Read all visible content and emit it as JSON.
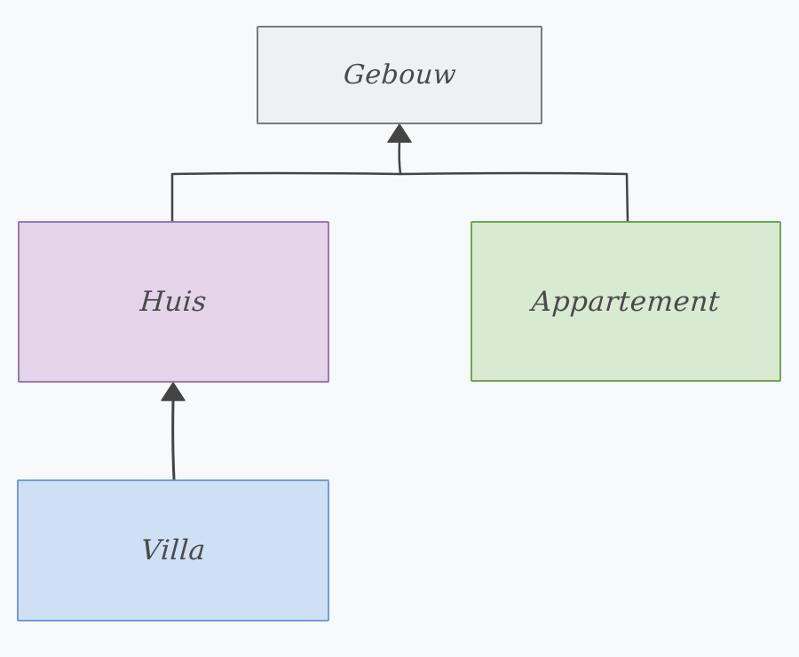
{
  "diagram": {
    "nodes": [
      {
        "id": "gebouw",
        "label": "Gebouw",
        "fill": "#eff0f2",
        "stroke": "#7a7a7a"
      },
      {
        "id": "huis",
        "label": "Huis",
        "fill": "#e3d4ea",
        "stroke": "#9a78b3"
      },
      {
        "id": "appartement",
        "label": "Appartement",
        "fill": "#d8ead2",
        "stroke": "#6da856"
      },
      {
        "id": "villa",
        "label": "Villa",
        "fill": "#cfe0f4",
        "stroke": "#6e9edc"
      }
    ],
    "edges": [
      {
        "from": "huis",
        "to": "gebouw",
        "arrow": "hollow-triangle-filled",
        "color": "#444444"
      },
      {
        "from": "appartement",
        "to": "gebouw",
        "arrow": "hollow-triangle-filled",
        "color": "#444444"
      },
      {
        "from": "villa",
        "to": "huis",
        "arrow": "hollow-triangle-filled",
        "color": "#444444"
      }
    ]
  }
}
